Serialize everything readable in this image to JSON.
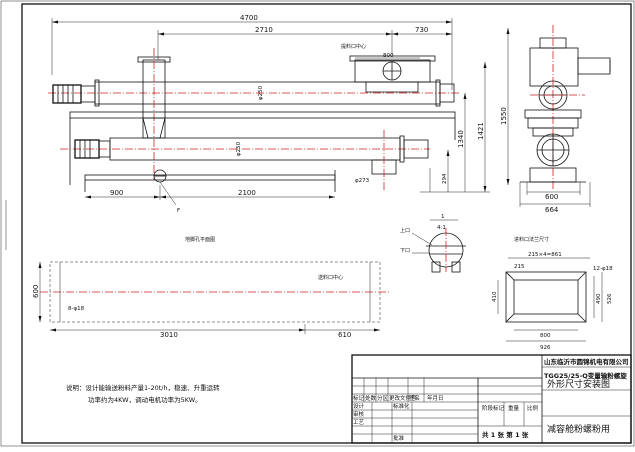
{
  "front_view": {
    "dims": {
      "overall_length": "4700",
      "span_left": "2710",
      "span_right": "730",
      "inlet_width": "800",
      "motor_offset": "900",
      "base_span": "2100",
      "flange_dia": "φ273",
      "pipe_dia_upper": "φ250",
      "pipe_dia_lower": "φ250",
      "h_1550": "1550",
      "h_1421": "1421",
      "h_1340": "1340",
      "h_294": "294"
    },
    "labels": {
      "outlet_center": "提料口中心",
      "section_mark": "F"
    }
  },
  "side_view": {
    "dims": {
      "base_width": "600",
      "overall_width": "664",
      "height": "1550"
    }
  },
  "foundation_plan": {
    "title": "地脚孔平面图",
    "dims": {
      "length": "3010",
      "end_offset": "610",
      "width": "600",
      "bolt_holes": "8-φ18",
      "feed_center": "送料口中心"
    }
  },
  "detail": {
    "scale": "4:1",
    "scale_top": "1",
    "upper_label": "上口",
    "lower_label": "下口"
  },
  "inlet_detail": {
    "title": "进料口法兰尺寸",
    "dims": {
      "hole_spacing": "215×4=861",
      "pitch": "215",
      "holes": "12-φ18",
      "height_outer": "526",
      "height_inner": "410",
      "height_mid": "490",
      "width_inner": "800",
      "width_outer": "926"
    }
  },
  "notes": {
    "line1": "说明：设计能输送粉料产量1-20t/h，稳速、升重运转",
    "line2": "功率约为4KW，调动电机功率为5KW。"
  },
  "title_block": {
    "company": "山东临沂市圆锦机电有限公司",
    "model": "TGG25/25-Q变量输粉螺旋",
    "drawing_name": "外形尺寸安装图",
    "footer_name": "减容舱粉螺粉用",
    "sheet_info": "共 1 张 第 1 张",
    "col_mark": "标记",
    "col_count": "处数",
    "col_zone": "分区",
    "col_change": "更改文件号",
    "col_sign": "签名",
    "col_date": "年月日",
    "stage_mark": "阶段标记",
    "weight": "重量",
    "scale": "比例",
    "design": "设计",
    "standard": "标准化",
    "check": "审核",
    "process": "工艺",
    "approve": "批准"
  }
}
